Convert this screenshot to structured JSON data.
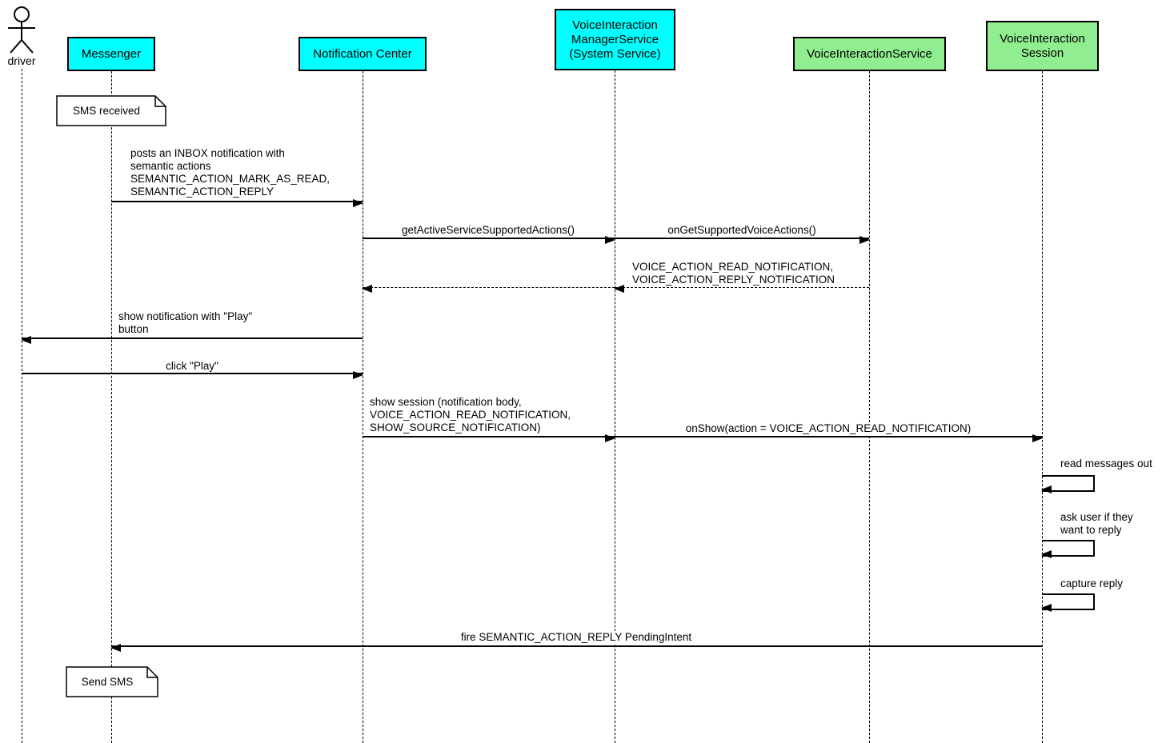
{
  "actor": {
    "label": "driver"
  },
  "participants": [
    {
      "label": "Messenger",
      "color": "#00FFFF"
    },
    {
      "label": "Notification Center",
      "color": "#00FFFF"
    },
    {
      "label": "VoiceInteraction\nManagerService\n(System Service)",
      "color": "#00FFFF"
    },
    {
      "label": "VoiceInteractionService",
      "color": "#90EE90"
    },
    {
      "label": "VoiceInteraction\nSession",
      "color": "#90EE90"
    }
  ],
  "notes": [
    {
      "label": "SMS received",
      "attached_to": "Messenger"
    },
    {
      "label": "Send SMS",
      "attached_to": "Messenger"
    }
  ],
  "messages": [
    {
      "from": "Messenger",
      "to": "Notification Center",
      "style": "solid",
      "label": "posts an INBOX notification with\nsemantic actions\nSEMANTIC_ACTION_MARK_AS_READ,\nSEMANTIC_ACTION_REPLY"
    },
    {
      "from": "Notification Center",
      "to": "VoiceInteraction ManagerService",
      "style": "solid",
      "label": "getActiveServiceSupportedActions()"
    },
    {
      "from": "VoiceInteraction ManagerService",
      "to": "VoiceInteractionService",
      "style": "solid",
      "label": "onGetSupportedVoiceActions()"
    },
    {
      "from": "VoiceInteractionService",
      "to": "VoiceInteraction ManagerService",
      "style": "dashed",
      "label": "VOICE_ACTION_READ_NOTIFICATION,\nVOICE_ACTION_REPLY_NOTIFICATION"
    },
    {
      "from": "VoiceInteraction ManagerService",
      "to": "Notification Center",
      "style": "dashed",
      "label": ""
    },
    {
      "from": "Notification Center",
      "to": "driver",
      "style": "solid",
      "label": "show notification with \"Play\"\nbutton"
    },
    {
      "from": "driver",
      "to": "Notification Center",
      "style": "solid",
      "label": "click \"Play\""
    },
    {
      "from": "Notification Center",
      "to": "VoiceInteraction ManagerService",
      "style": "solid",
      "label": "show session (notification body,\nVOICE_ACTION_READ_NOTIFICATION,\nSHOW_SOURCE_NOTIFICATION)"
    },
    {
      "from": "VoiceInteraction ManagerService",
      "to": "VoiceInteraction Session",
      "style": "solid",
      "label": "onShow(action = VOICE_ACTION_READ_NOTIFICATION)"
    },
    {
      "from": "VoiceInteraction Session",
      "to": "VoiceInteraction Session",
      "style": "self",
      "label": "read messages out"
    },
    {
      "from": "VoiceInteraction Session",
      "to": "VoiceInteraction Session",
      "style": "self",
      "label": "ask user if they\nwant to reply"
    },
    {
      "from": "VoiceInteraction Session",
      "to": "VoiceInteraction Session",
      "style": "self",
      "label": "capture reply"
    },
    {
      "from": "VoiceInteraction Session",
      "to": "Messenger",
      "style": "solid",
      "label": "fire SEMANTIC_ACTION_REPLY PendingIntent"
    }
  ],
  "colors": {
    "participant_primary": "#00FFFF",
    "participant_secondary": "#90EE90",
    "line": "#000000",
    "background": "#FFFFFF",
    "text": "#000000"
  }
}
